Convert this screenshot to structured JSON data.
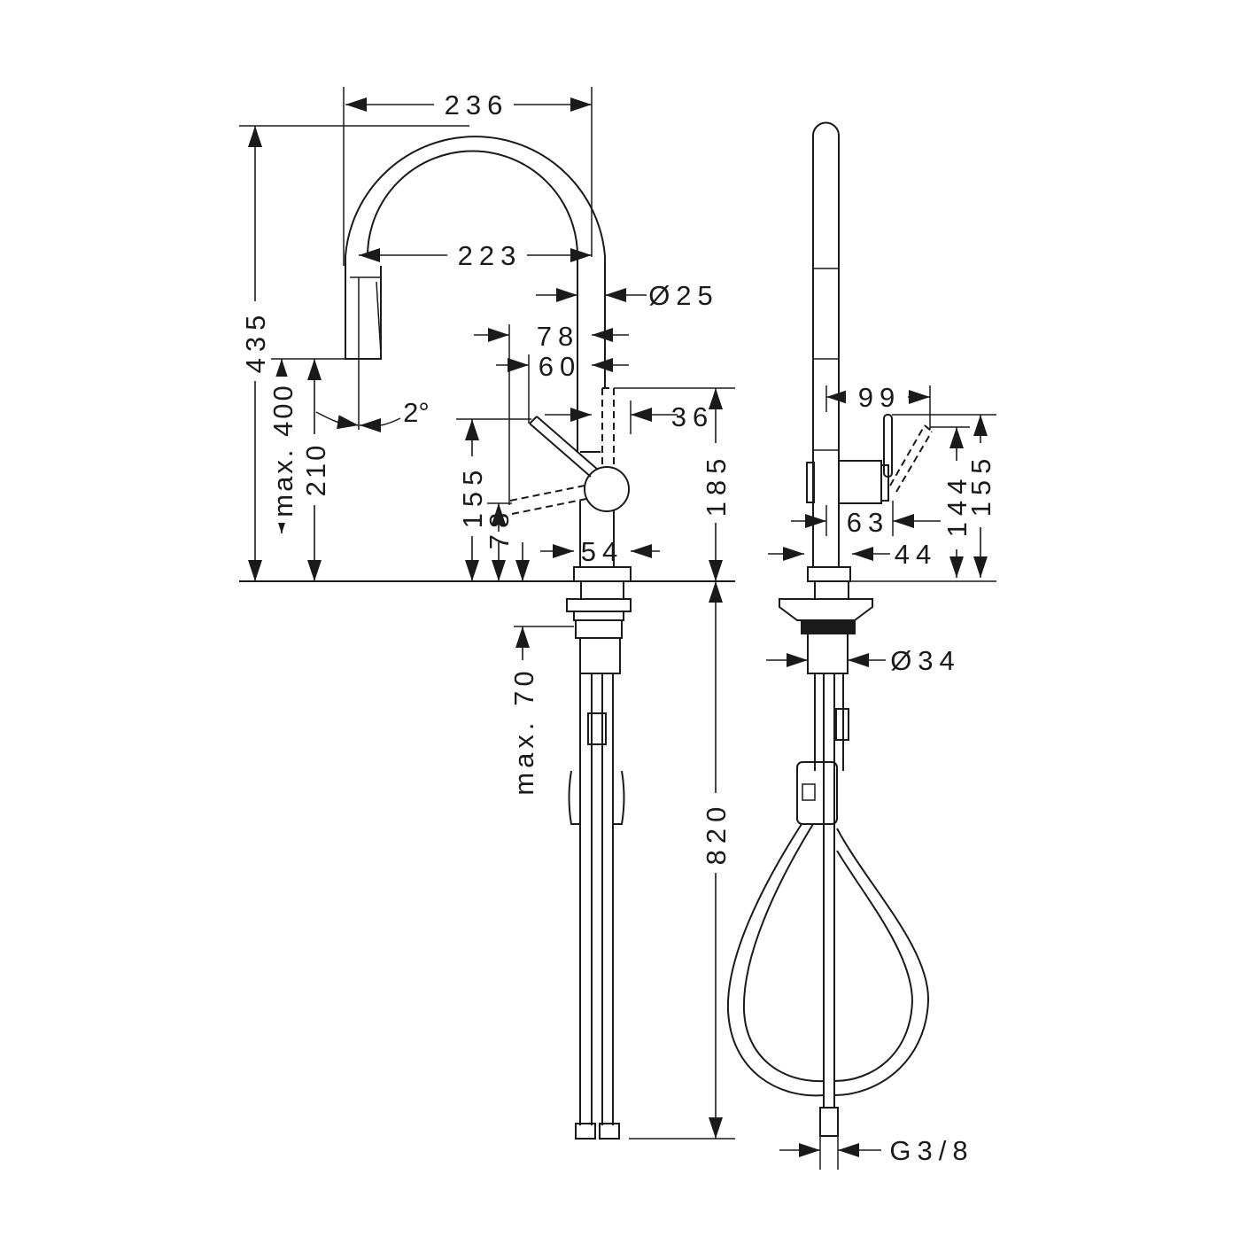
{
  "drawing": {
    "line_color": "#1a1a1a",
    "background": "#ffffff",
    "front_view": {
      "dimensions": {
        "spout_reach_outer": "236",
        "spout_reach_inner": "223",
        "tube_diameter": "Ø25",
        "lever_offset_78": "78",
        "lever_offset_60": "60",
        "lever_depth": "36",
        "total_height": "435",
        "max_clearance": "max. 400",
        "spout_height": "210",
        "spray_angle": "2°",
        "lever_height": "155",
        "lever_low": "78",
        "lever_top_height": "185",
        "base_diameter": "54",
        "hose_length": "820",
        "max_thickness": "max. 70"
      }
    },
    "side_view": {
      "dimensions": {
        "lever_reach": "99",
        "lever_height_144": "144",
        "lever_height_155": "155",
        "lever_offset": "63",
        "body_width": "44",
        "shank_diameter": "Ø34",
        "connection_thread": "G3/8"
      }
    }
  }
}
